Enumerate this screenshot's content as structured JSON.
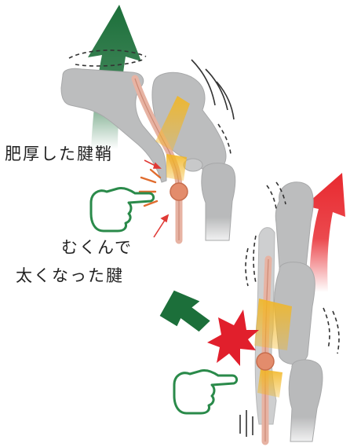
{
  "labels": {
    "thickened_sheath": "肥厚した腱鞘",
    "swollen_tendon_line1": "むくんで",
    "swollen_tendon_line2": "太くなった腱"
  },
  "colors": {
    "bone": "#b9babb",
    "bone_stroke": "#9a9b9c",
    "sheath": "#f2b623",
    "tendon": "#e7b3a3",
    "nodule": "#e38c6c",
    "green_arrow": "#1c6f3a",
    "red_arrow": "#e8292f",
    "pointer": "#2a8a4a",
    "callout_line": "#e03a36",
    "pain_burst": "#e11f2c"
  },
  "icons": [
    "up-arrow-icon",
    "down-arrow-icon",
    "pointing-hand-icon",
    "pain-burst-icon",
    "motion-line-icon"
  ]
}
